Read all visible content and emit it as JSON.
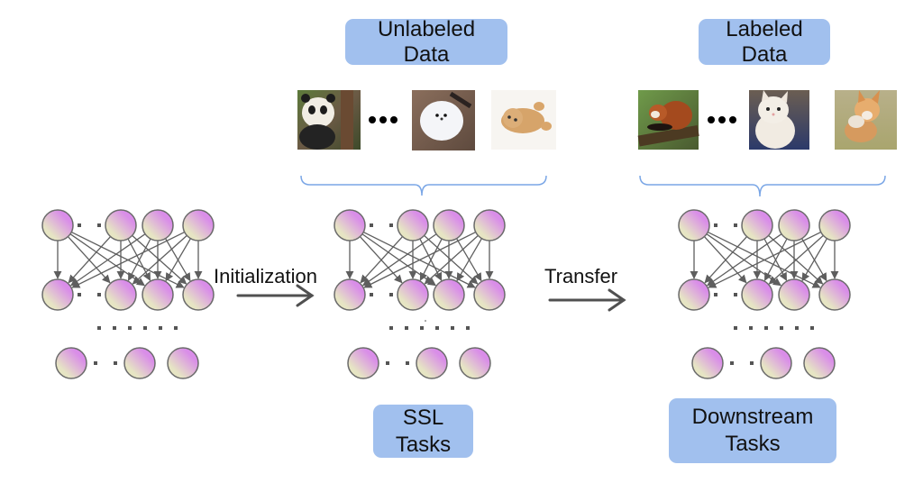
{
  "labels": {
    "unlabeled_data": [
      "Unlabeled",
      "Data"
    ],
    "labeled_data": [
      "Labeled",
      "Data"
    ],
    "ssl_tasks": [
      "SSL",
      "Tasks"
    ],
    "downstream_tasks": [
      "Downstream",
      "Tasks"
    ],
    "initialization": "Initialization",
    "transfer": "Transfer",
    "ellipsis": "•••"
  },
  "unlabeled_images": [
    {
      "name": "panda-image",
      "subject": "giant panda on a tree"
    },
    {
      "name": "bird-image",
      "subject": "white long-tailed tit"
    },
    {
      "name": "kitten-image",
      "subject": "orange kitten lying on its back"
    }
  ],
  "labeled_images": [
    {
      "name": "red-panda-image",
      "subject": "red panda on a branch"
    },
    {
      "name": "white-cat-image",
      "subject": "white kitten looking up"
    },
    {
      "name": "corgi-image",
      "subject": "running corgi dog"
    }
  ],
  "networks": [
    {
      "name": "pretrained-network"
    },
    {
      "name": "ssl-network"
    },
    {
      "name": "downstream-network"
    }
  ],
  "colors": {
    "box_fill": "#a1c0ee",
    "brace": "#7aa6e6",
    "node_pink": "#dc88ee",
    "node_cream": "#e8e8c0",
    "node_stroke": "#6b6b6b",
    "edge": "#5e5e5e",
    "arrow": "#505050"
  }
}
